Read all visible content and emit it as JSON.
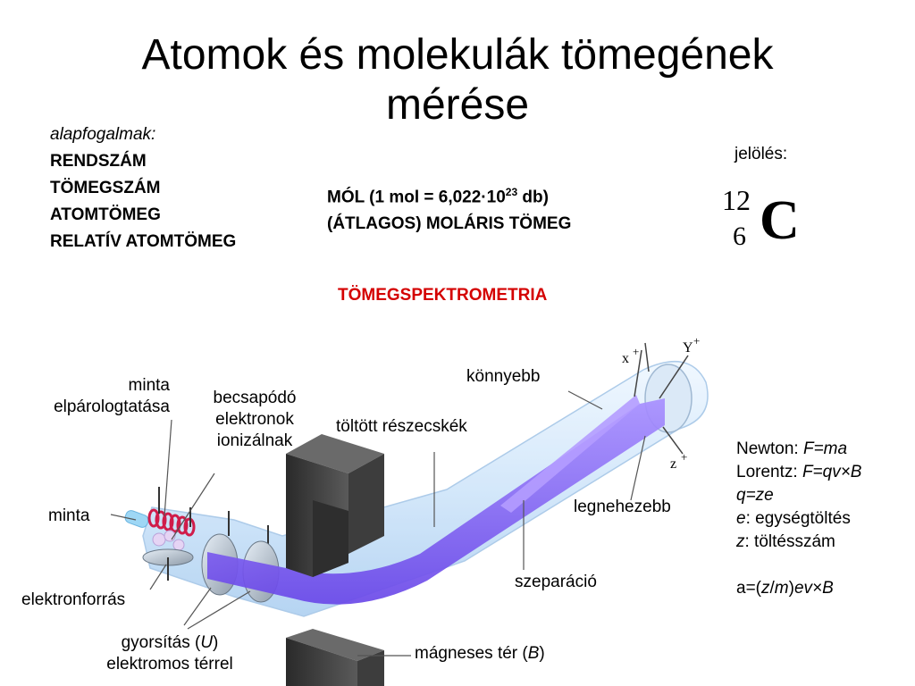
{
  "title": {
    "line1": "Atomok és molekulák tömegének",
    "line2": "mérése"
  },
  "basics": {
    "label": "alapfogalmak:",
    "items": [
      "RENDSZÁM",
      "TÖMEGSZÁM",
      "ATOMTÖMEG",
      "RELATÍV ATOMTÖMEG"
    ]
  },
  "mol": {
    "line1_pre": "MÓL (1 mol = 6,022·10",
    "line1_exp": "23",
    "line1_post": " db)",
    "line2": "(ÁTLAGOS) MOLÁRIS TÖMEG"
  },
  "notation": {
    "label": "jelölés:",
    "mass_number": "12",
    "atomic_number": "6",
    "symbol": "C"
  },
  "section_title": "TÖMEGSPEKTROMETRIA",
  "labels": {
    "sample_evap_1": "minta",
    "sample_evap_2": "elpárologtatása",
    "ionize_1": "becsapódó",
    "ionize_2": "elektronok",
    "ionize_3": "ionizálnak",
    "charged": "töltött részecskék",
    "lighter": "könnyebb",
    "sample": "minta",
    "electron_source": "elektronforrás",
    "accel_1_pre": "gyorsítás (",
    "accel_1_var": "U",
    "accel_1_post": ")",
    "accel_2": "elektromos térrel",
    "heaviest": "legnehezebb",
    "separation": "szeparáció",
    "magnetic_pre": "mágneses tér (",
    "magnetic_var": "B",
    "magnetic_post": ")",
    "ion_x": "x",
    "ion_y": "Y",
    "ion_z": "z",
    "plus": "+"
  },
  "formulas": {
    "newton_label": "Newton: ",
    "newton_f": "F=ma",
    "lorentz_label": "Lorentz: ",
    "lorentz_f": "F=qv×B",
    "charge_f": "q=ze",
    "e_sym": "e",
    "e_desc": ": egységtöltés",
    "z_sym": "z",
    "z_desc": ": töltésszám",
    "accel_a": "a=(",
    "accel_z": "z",
    "accel_slash": "/",
    "accel_m": "m",
    "accel_close": ")",
    "accel_rest": "ev×B"
  },
  "colors": {
    "beam": "#8060f0",
    "tube": "#cfe6fb",
    "magnet": "#444444",
    "section_title": "#d40000"
  }
}
